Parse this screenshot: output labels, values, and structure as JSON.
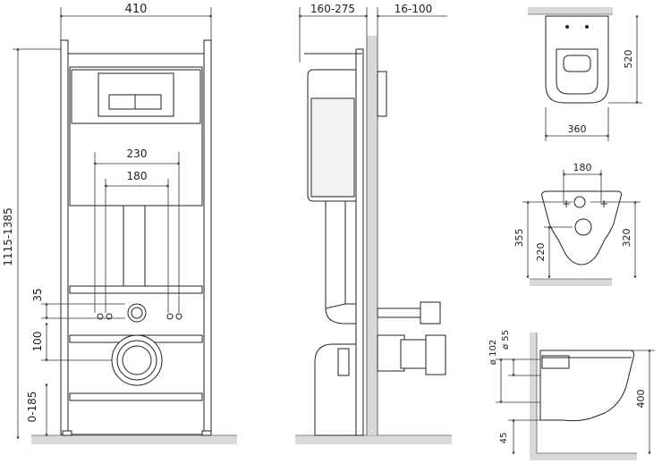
{
  "front_view": {
    "width_label": "410",
    "height_label": "1115-1385",
    "hole_spacing_outer": "230",
    "hole_spacing_inner": "180",
    "inlet_offset": "35",
    "outlet_diameter": "100",
    "floor_adjust": "0-185"
  },
  "side_view": {
    "depth_label": "160-275",
    "wall_label": "16-100"
  },
  "bowl_top_view": {
    "length_label": "520",
    "width_label": "360"
  },
  "bowl_rear_view": {
    "hole_spacing": "180",
    "height_outer": "355",
    "height_mid": "220",
    "height_right": "320"
  },
  "bowl_side_view": {
    "outlet_diameter": "ø 102",
    "inlet_diameter": "ø 55",
    "height": "400",
    "floor_gap": "45"
  },
  "colors": {
    "line": "#222222",
    "floor": "#d9d9d9"
  }
}
